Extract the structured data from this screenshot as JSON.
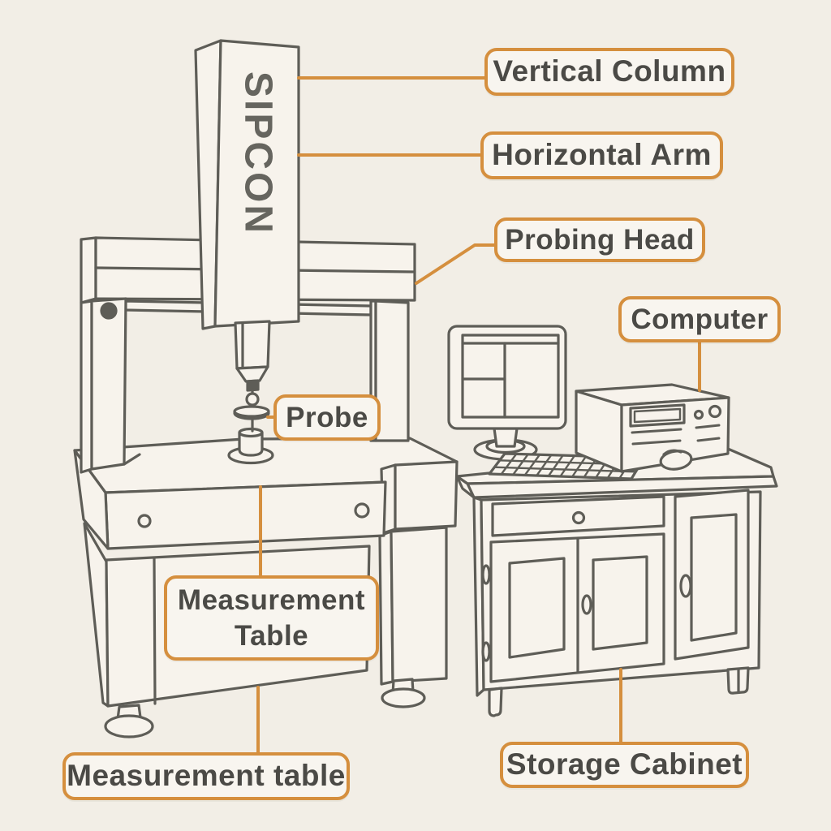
{
  "scene": {
    "background_color": "#f2eee6",
    "line_color": "#5e5d57",
    "accent_color": "#d58f3e",
    "brand": "SIPCON"
  },
  "labels": {
    "vertical_column": "Vertical Column",
    "horizontal_arm": "Horizontal Arm",
    "probing_head": "Probing Head",
    "computer": "Computer",
    "probe": "Probe",
    "measurement_table": "Measurement Table",
    "measurement_table_lower": "Measurement table",
    "storage_cabinet": "Storage Cabinet"
  }
}
